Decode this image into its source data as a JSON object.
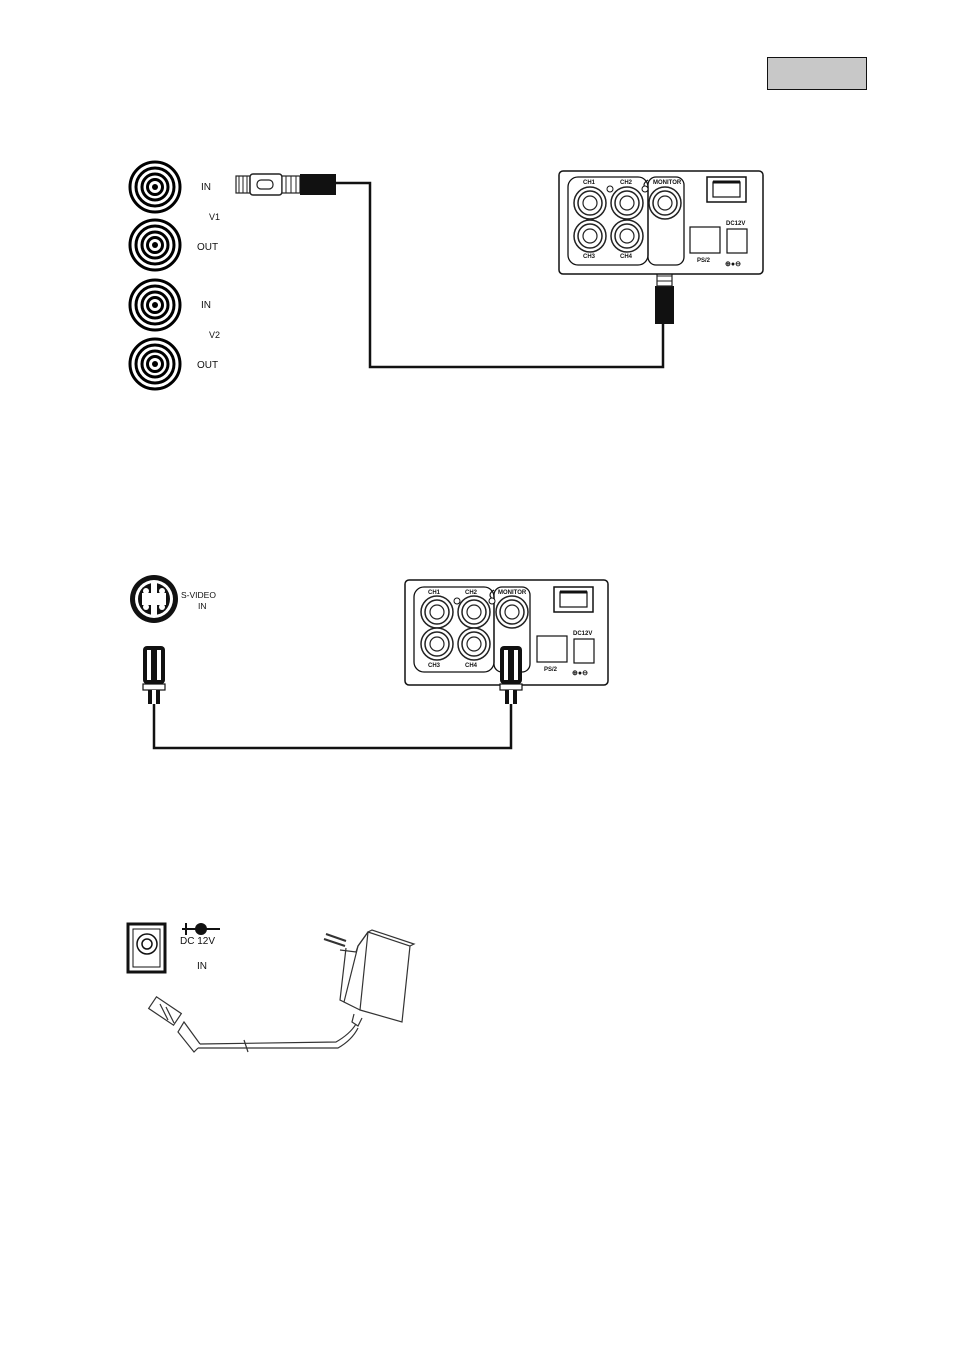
{
  "fig1": {
    "in1": "IN",
    "v1": "V1",
    "out1": "OUT",
    "in2": "IN",
    "v2": "V2",
    "out2": "OUT"
  },
  "panel": {
    "ch1": "CH1",
    "ch2": "CH2",
    "ch3": "CH3",
    "ch4": "CH4",
    "monitor": "MONITOR",
    "ps2": "PS/2",
    "dc12v": "DC12V",
    "polarity": "⊕●⊖"
  },
  "fig2": {
    "svideo": "S-VIDEO",
    "in": "IN"
  },
  "fig3": {
    "dc": "DC 12V",
    "in": "IN"
  }
}
